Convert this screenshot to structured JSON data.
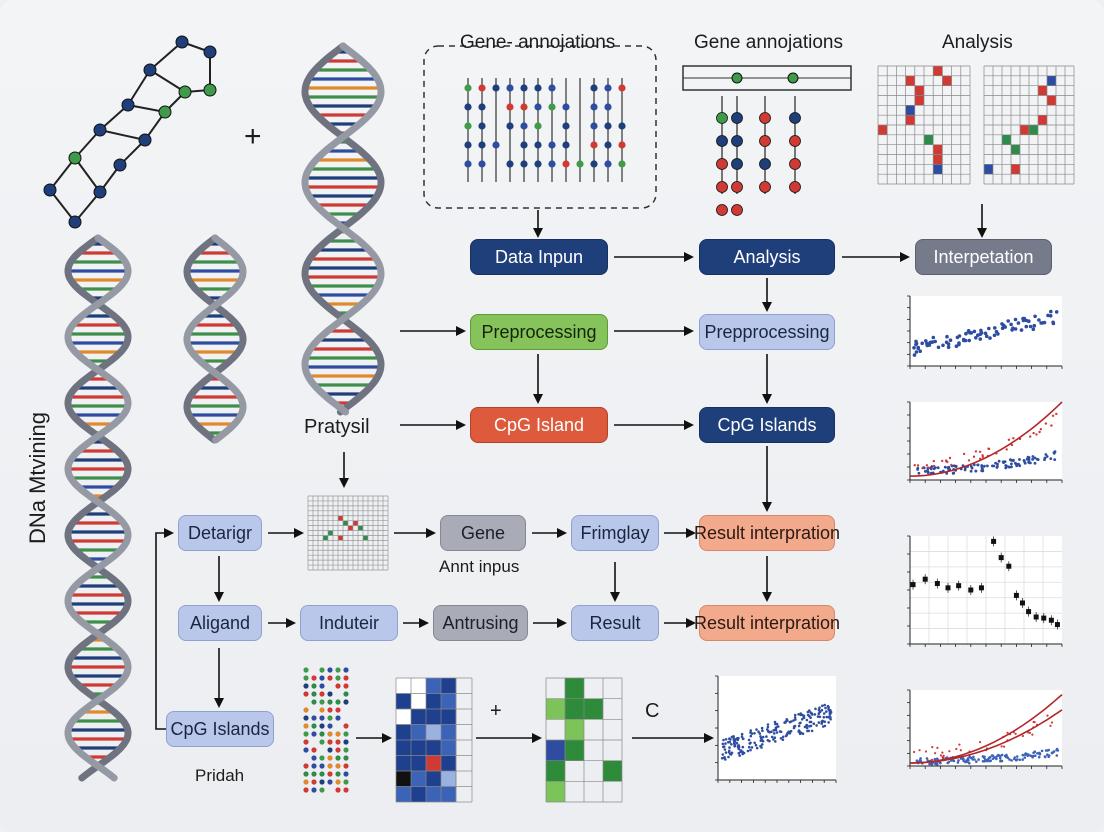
{
  "headers": {
    "gene_annotations_dashed": "Gene- annojations",
    "gene_annotations": "Gene annojations",
    "analysis": "Analysis"
  },
  "labels": {
    "vertical": "DNa Mtvining",
    "pratysil": "Pratysil",
    "annt_inpus": "Annt inpus",
    "pridah": "Pridah",
    "plus": "+",
    "c": "C"
  },
  "boxes": {
    "data_input": "Data Inpun",
    "analysis": "Analysis",
    "interpretation": "Interpetation",
    "preprocessing_green": "Preprocessing",
    "prepprocessing": "Prepprocessing",
    "cpg_island": "CpG Island",
    "cpg_islands_navy": "CpG Islands",
    "detarigr": "Detarigr",
    "gene": "Gene",
    "frimglay": "Frimglay",
    "result_interpration_1": "Result interpration",
    "aligand": "Aligand",
    "induteir": "Induteir",
    "antrusing": "Antrusing",
    "result": "Result",
    "result_interpration_2": "Result interpration",
    "cpg_islands_light": "CpG Islands"
  },
  "colors": {
    "navy": "#1f3f7a",
    "light_blue": "#b9c8ea",
    "green": "#86c35a",
    "red": "#dd5a3c",
    "salmon": "#f3a98c",
    "grey": "#a9acb6",
    "slate": "#767b8c",
    "helix_grey": "#6f7380"
  }
}
